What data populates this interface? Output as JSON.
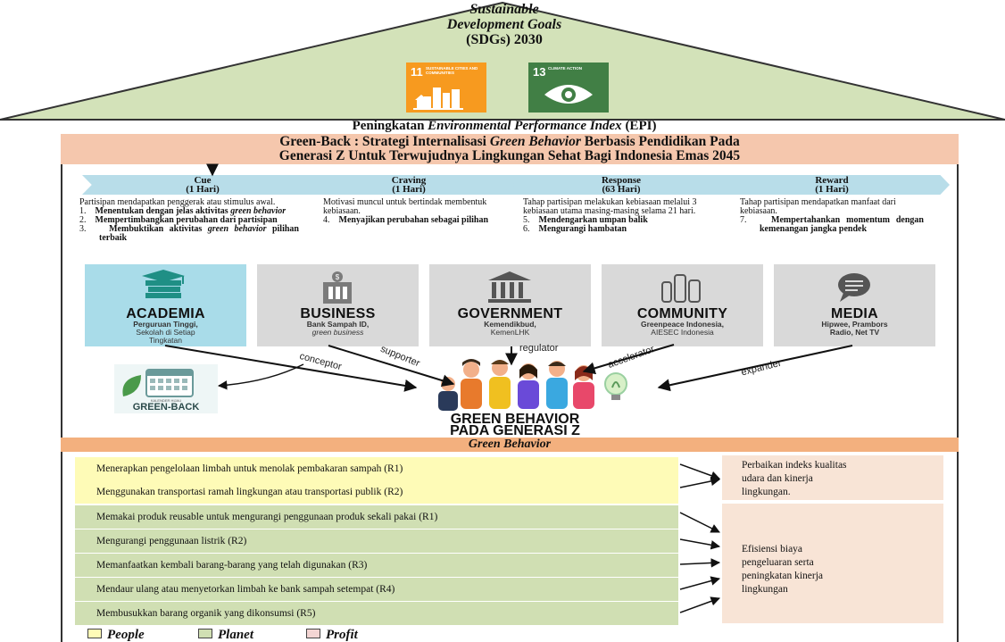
{
  "roof": {
    "title_line1": "Sustainable",
    "title_line2": "Development Goals",
    "title_line3": "(SDGs) 2030",
    "sdg11": {
      "number": "11",
      "label": "SUSTAINABLE CITIES AND COMMUNITIES"
    },
    "sdg13": {
      "number": "13",
      "label": "CLIMATE ACTION"
    }
  },
  "epi": {
    "prefix": "Peningkatan ",
    "italic": "Environmental Performance Index",
    "suffix": " (EPI)"
  },
  "main_title": {
    "line1_a": "Green-Back : Strategi Internalisasi ",
    "line1_b": "Green Behavior",
    "line1_c": " Berbasis Pendidikan Pada",
    "line2": "Generasi Z Untuk Terwujudnya Lingkungan Sehat Bagi Indonesia Emas 2045"
  },
  "steps": [
    {
      "name": "Cue",
      "duration": "(1 Hari)"
    },
    {
      "name": "Craving",
      "duration": "(1 Hari)"
    },
    {
      "name": "Response",
      "duration": "(63 Hari)"
    },
    {
      "name": "Reward",
      "duration": "(1 Hari)"
    }
  ],
  "cue": {
    "intro": "Partisipan mendapatkan penggerak atau stimulus awal.",
    "i1_num": "1.",
    "i1_a": "Menentukan dengan jelas aktivitas ",
    "i1_b": "green behavior",
    "i2_num": "2.",
    "i2": "Mempertimbangkan perubahan dari partisipan",
    "i3_num": "3.",
    "i3_a": "Membuktikan aktivitas ",
    "i3_b": "green behavior",
    "i3_c": " pilihan terbaik"
  },
  "craving": {
    "intro": "Motivasi muncul untuk bertindak membentuk kebiasaan.",
    "i4_num": "4.",
    "i4": "Menyajikan perubahan sebagai pilihan"
  },
  "response": {
    "intro": "Tahap partisipan melakukan kebiasaan melalui 3 kebiasaan utama masing-masing selama 21 hari.",
    "i5_num": "5.",
    "i5": "Mendengarkan umpan balik",
    "i6_num": "6.",
    "i6": "Mengurangi hambatan"
  },
  "reward": {
    "intro": "Tahap partisipan mendapatkan manfaat dari kebiasaan.",
    "i7_num": "7.",
    "i7": "Mempertahankan momentum dengan kemenangan jangka pendek"
  },
  "stakeholders": [
    {
      "name": "ACADEMIA",
      "sub1": "Perguruan Tinggi,",
      "sub2": "Sekolah di Setiap",
      "sub3": "Tingkatan"
    },
    {
      "name": "BUSINESS",
      "sub1": "Bank Sampah ID,",
      "sub2": "green business",
      "sub3": ""
    },
    {
      "name": "GOVERNMENT",
      "sub1": "Kemendikbud,",
      "sub2": "KemenLHK",
      "sub3": ""
    },
    {
      "name": "COMMUNITY",
      "sub1": "Greenpeace Indonesia,",
      "sub2": "AIESEC Indonesia",
      "sub3": ""
    },
    {
      "name": "MEDIA",
      "sub1": "Hipwee, Prambors",
      "sub2": "Radio, Net TV",
      "sub3": ""
    }
  ],
  "roles": {
    "conceptor": "conceptor",
    "supporter": "supporter",
    "regulator": "regulator",
    "accelerator": "accelerator",
    "expander": "expander"
  },
  "greenback_logo": {
    "small": "KALENDER HIJAU",
    "name": "GREEN-BACK"
  },
  "gb_title": {
    "line1": "GREEN BEHAVIOR",
    "line2": "PADA GENERASI Z"
  },
  "green_behavior_label": "Green Behavior",
  "behaviors": [
    {
      "text": "Menerapkan pengelolaan limbah untuk menolak pembakaran sampah (R1)",
      "category": "People"
    },
    {
      "text": "Menggunakan transportasi ramah lingkungan atau transportasi publik (R2)",
      "category": "People"
    },
    {
      "text": "Memakai produk reusable untuk mengurangi penggunaan produk sekali pakai (R1)",
      "category": "Planet"
    },
    {
      "text": "Mengurangi penggunaan listrik (R2)",
      "category": "Planet"
    },
    {
      "text": "Memanfaatkan kembali barang-barang yang telah digunakan (R3)",
      "category": "Planet"
    },
    {
      "text": "Mendaur ulang atau menyetorkan limbah ke bank sampah setempat (R4)",
      "category": "Planet"
    },
    {
      "text": "Membusukkan barang organik yang dikonsumsi (R5)",
      "category": "Planet"
    }
  ],
  "outcomes": [
    {
      "line1": "Perbaikan indeks kualitas",
      "line2": "udara dan kinerja",
      "line3": "lingkungan."
    },
    {
      "line1": "Efisiensi biaya",
      "line2": "pengeluaran serta",
      "line3": "peningkatan kinerja",
      "line4": "lingkungan"
    }
  ],
  "legend": [
    {
      "label": "People",
      "color": "#fefbb7"
    },
    {
      "label": "Planet",
      "color": "#d0dfb3"
    },
    {
      "label": "Profit",
      "color": "#f3d5d3"
    }
  ]
}
